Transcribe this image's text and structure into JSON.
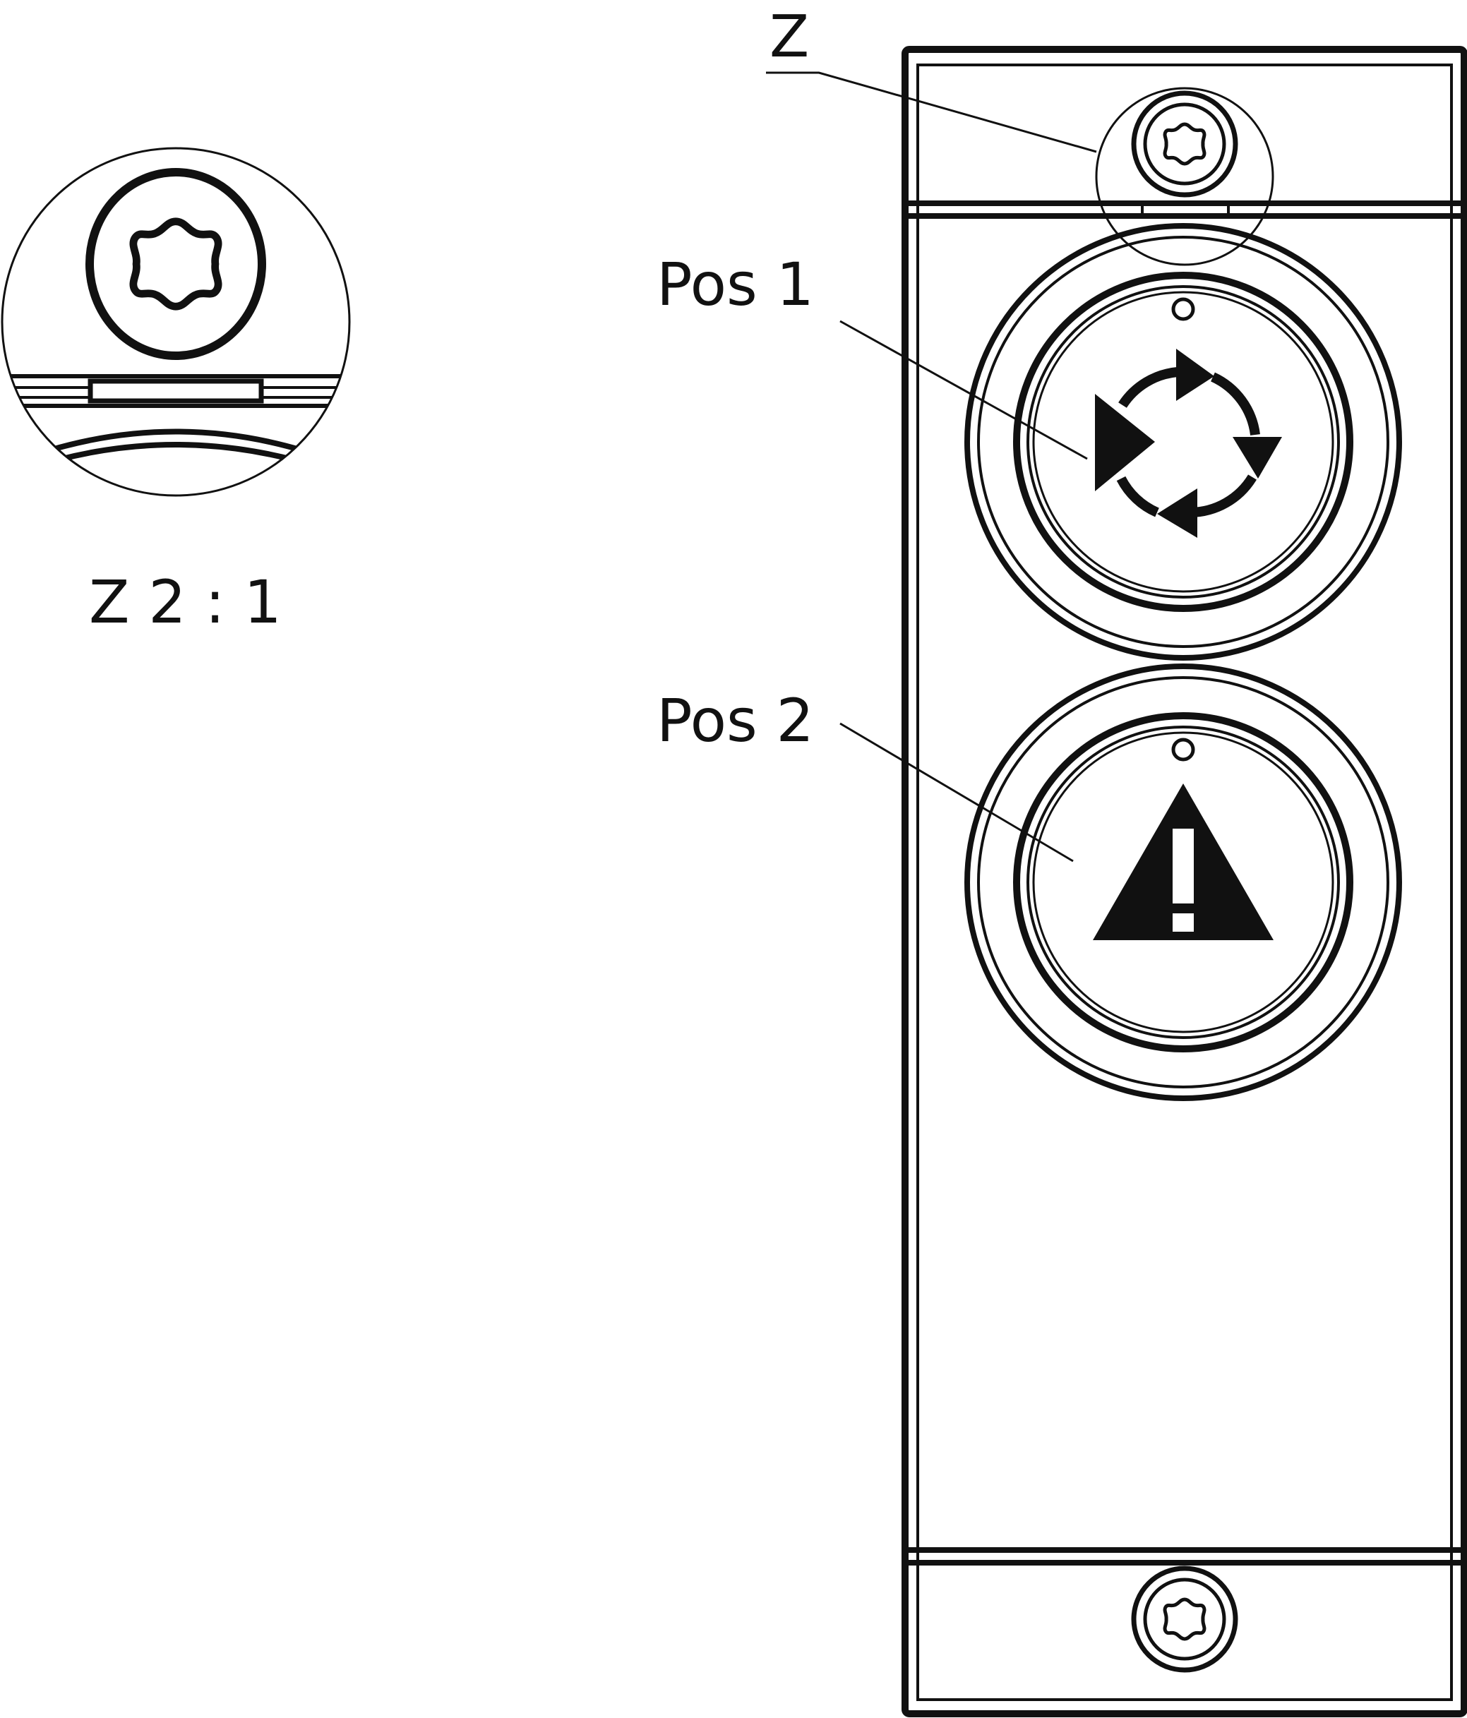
{
  "labels": {
    "detail_marker": "Z",
    "pos1": "Pos 1",
    "pos2": "Pos 2",
    "detail_scale": "Z 2 : 1"
  },
  "colors": {
    "line": "#111111",
    "background": "#ffffff"
  },
  "icons": {
    "pos1_symbol": "play-cycle-icon",
    "pos2_symbol": "warning-triangle-icon",
    "screw": "torx-screw-icon"
  }
}
